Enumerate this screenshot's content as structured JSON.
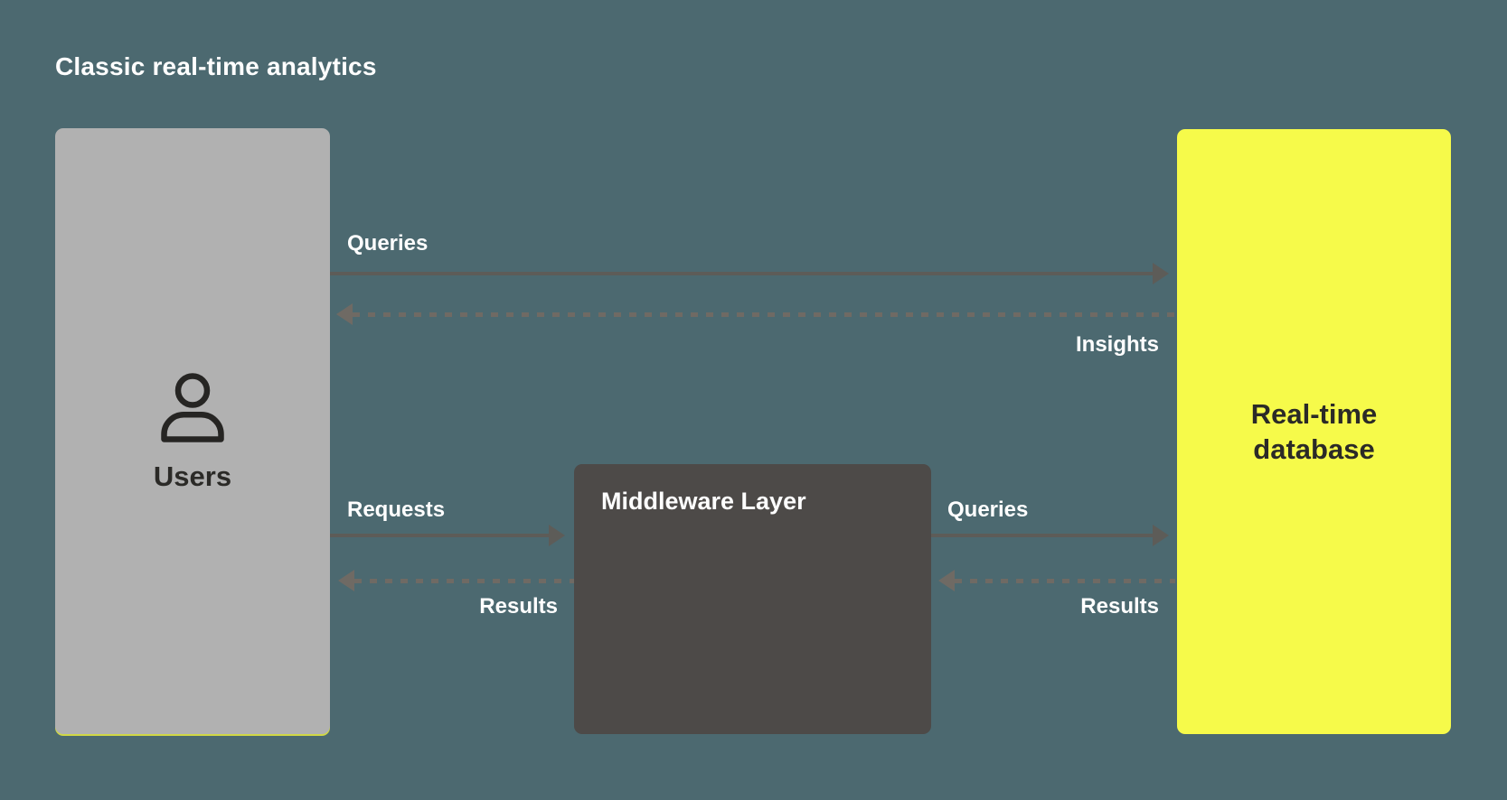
{
  "title": "Classic real-time analytics",
  "colors": {
    "background": "#4C6970",
    "users_box": "#B1B1B1",
    "middleware_box": "#4D4A48",
    "database_box": "#F6FA4A",
    "solid_arrow": "#5D5C58",
    "dashed_arrow": "#6F6A64",
    "dark_text": "#2B2A27",
    "light_text": "#FFFFFF"
  },
  "nodes": {
    "users": {
      "label": "Users",
      "icon": "user-icon"
    },
    "middleware": {
      "label": "Middleware Layer"
    },
    "database": {
      "label": "Real-time database"
    }
  },
  "edges": [
    {
      "label": "Queries",
      "from": "users",
      "to": "database",
      "style": "solid",
      "direction": "right"
    },
    {
      "label": "Insights",
      "from": "database",
      "to": "users",
      "style": "dashed",
      "direction": "left"
    },
    {
      "label": "Requests",
      "from": "users",
      "to": "middleware",
      "style": "solid",
      "direction": "right"
    },
    {
      "label": "Results",
      "from": "middleware",
      "to": "users",
      "style": "dashed",
      "direction": "left"
    },
    {
      "label": "Queries",
      "from": "middleware",
      "to": "database",
      "style": "solid",
      "direction": "right"
    },
    {
      "label": "Results",
      "from": "database",
      "to": "middleware",
      "style": "dashed",
      "direction": "left"
    }
  ]
}
